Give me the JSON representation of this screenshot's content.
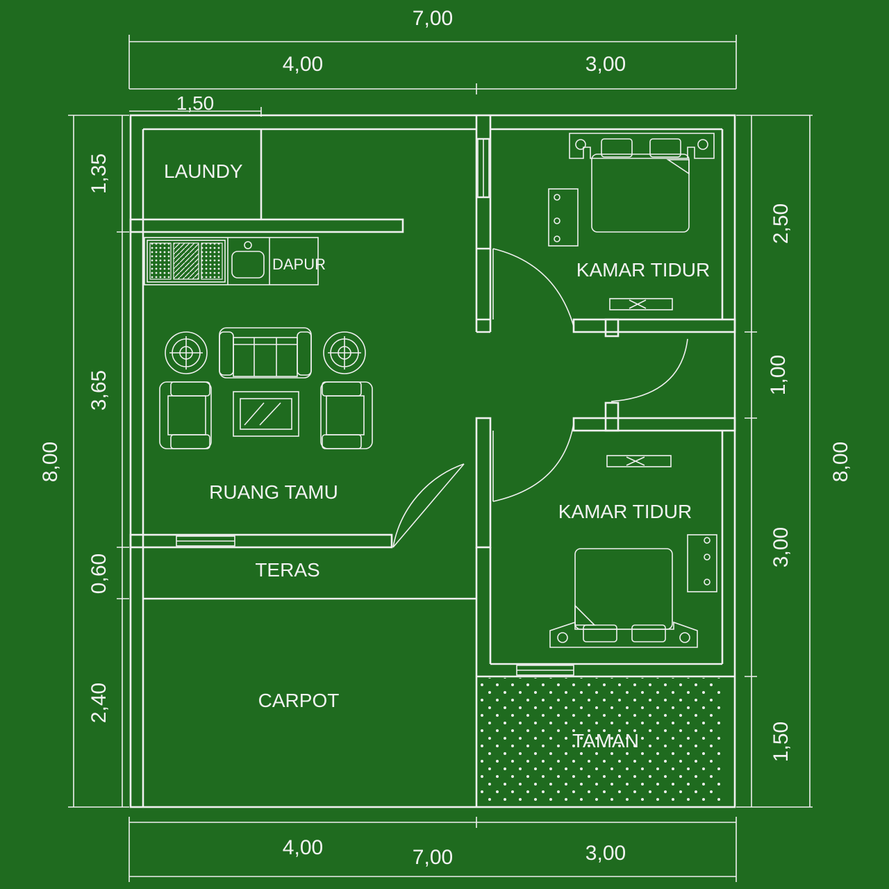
{
  "colors": {
    "background": "#1f6b1f",
    "lines": "#f0f0f0"
  },
  "rooms": {
    "laundry": "LAUNDY",
    "kitchen": "DAPUR",
    "living_room": "RUANG TAMU",
    "bedroom_1": "KAMAR TIDUR",
    "bedroom_2": "KAMAR TIDUR",
    "terrace": "TERAS",
    "carport": "CARPOT",
    "garden": "TAMAN"
  },
  "dimensions": {
    "top_total": "7,00",
    "top_left": "4,00",
    "top_right": "3,00",
    "top_laundry": "1,50",
    "left_total": "8,00",
    "left_laundry": "1,35",
    "left_living": "3,65",
    "left_terrace": "0,60",
    "left_carport": "2,40",
    "right_total": "8,00",
    "right_bedroom_1": "2,50",
    "right_corridor": "1,00",
    "right_bedroom_2": "3,00",
    "right_garden": "1,50",
    "bottom_left": "4,00",
    "bottom_total": "7,00",
    "bottom_right": "3,00"
  },
  "icons": [
    "bed-icon",
    "sofa-icon",
    "armchair-icon",
    "table-icon",
    "lamp-icon",
    "sink-icon",
    "stove-icon",
    "door-icon",
    "window-icon",
    "wardrobe-icon"
  ]
}
